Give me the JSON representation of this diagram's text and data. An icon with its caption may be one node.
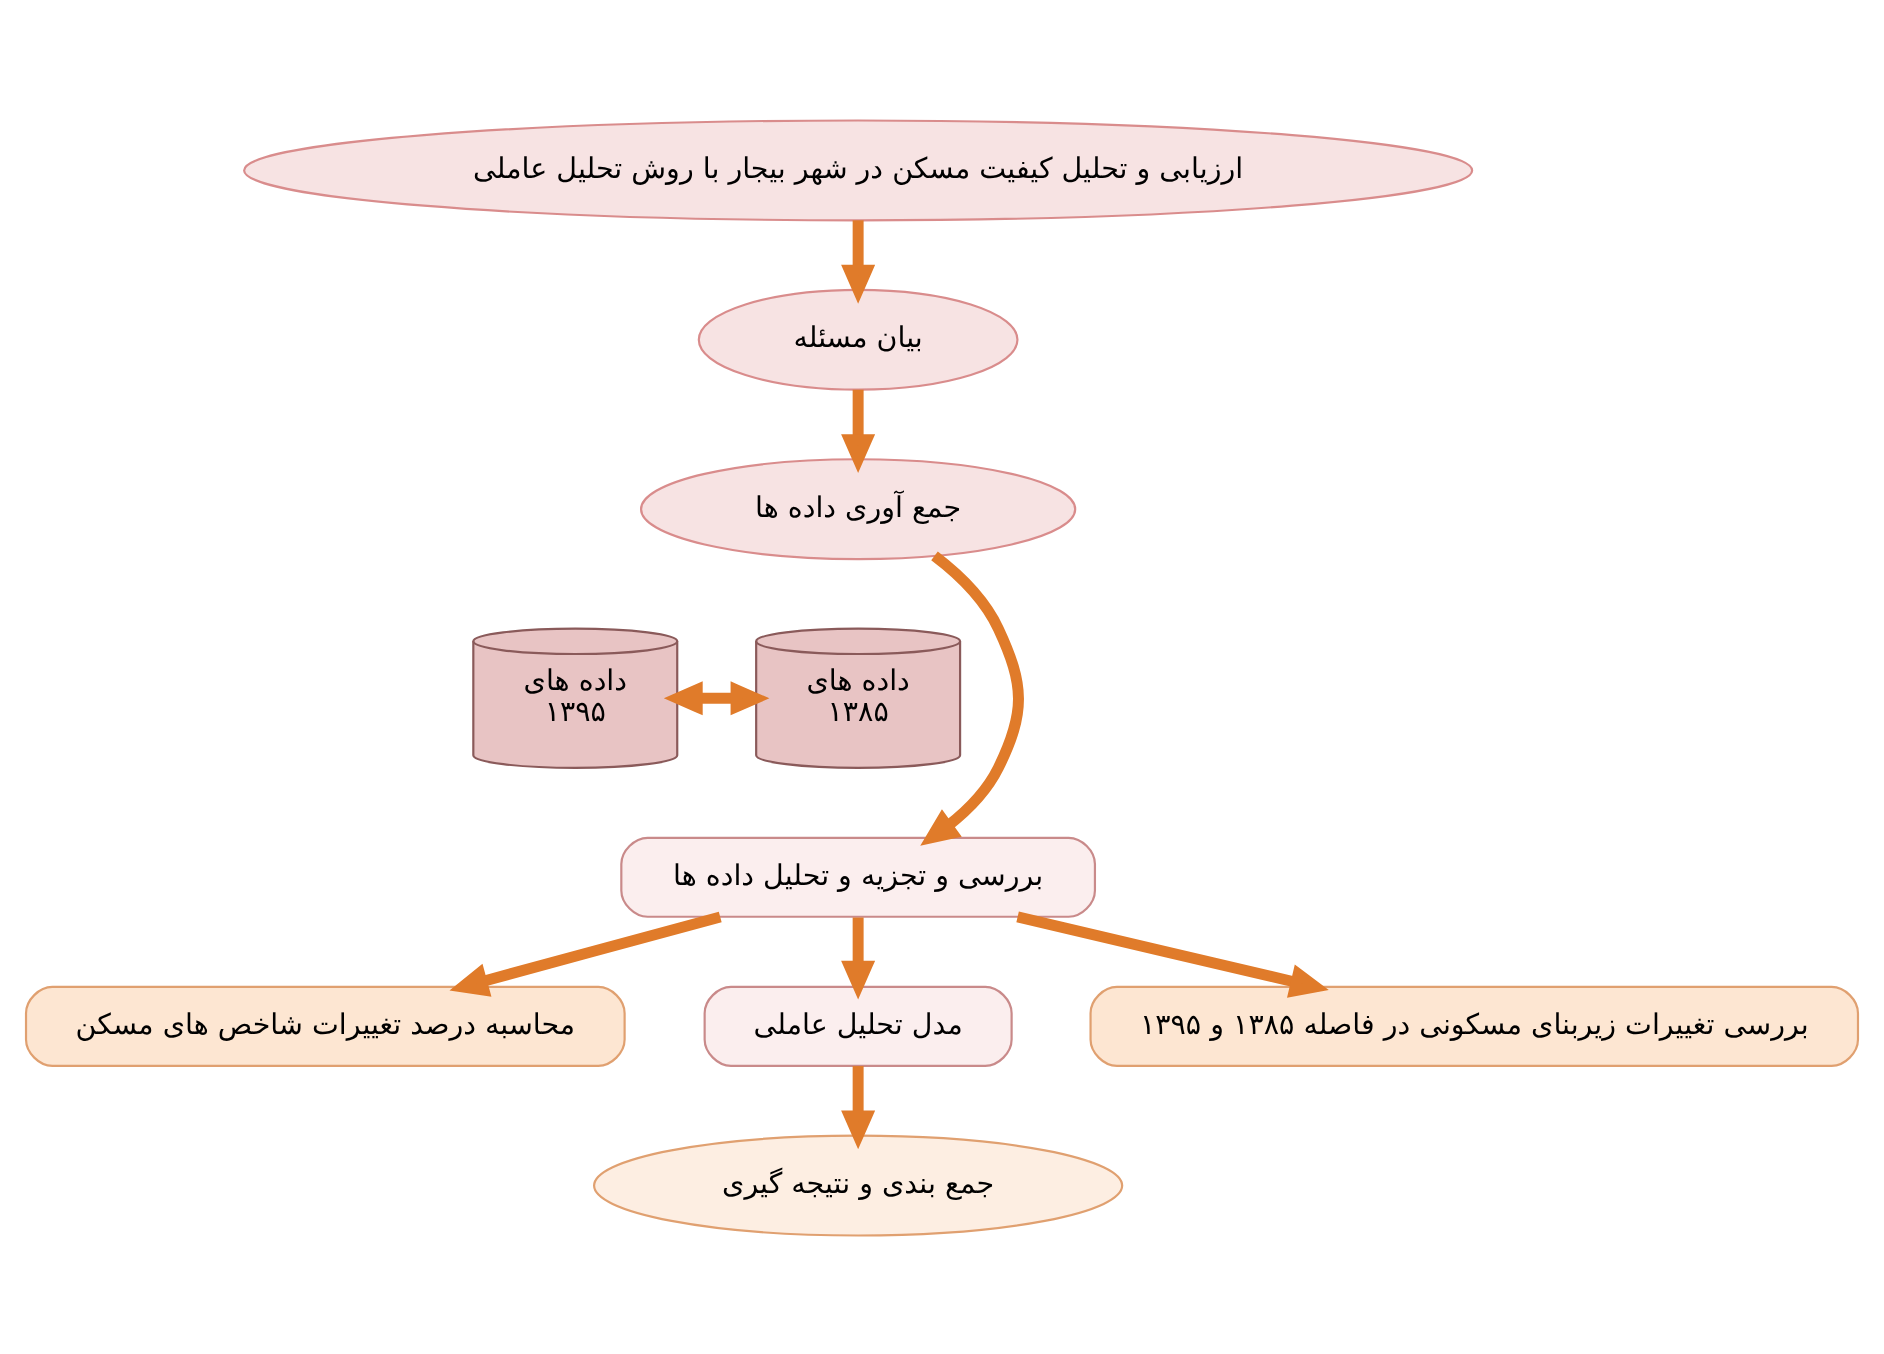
{
  "diagram": {
    "nodes": [
      {
        "text": [
          "ارزیابی و تحلیل کیفیت مسکن در شهر بیجار با روش تحلیل عاملی"
        ]
      },
      {
        "text": [
          "بیان مسئله"
        ]
      },
      {
        "text": [
          "جمع آوری داده ها"
        ]
      },
      {
        "text": [
          "داده های",
          "۱۳۹۵"
        ]
      },
      {
        "text": [
          "داده های",
          "۱۳۸۵"
        ]
      },
      {
        "text": [
          "بررسی و تجزیه و تحلیل داده ها"
        ]
      },
      {
        "text": [
          "محاسبه درصد تغییرات شاخص های مسکن"
        ]
      },
      {
        "text": [
          "مدل تحلیل عاملی"
        ]
      },
      {
        "text": [
          "بررسی تغییرات زیربنای مسکونی در فاصله ۱۳۸۵ و ۱۳۹۵"
        ]
      },
      {
        "text": [
          "جمع بندی و نتیجه گیری"
        ]
      }
    ],
    "edges": [
      {
        "from": 0,
        "to": 1,
        "arrow": "to"
      },
      {
        "from": 1,
        "to": 2,
        "arrow": "to"
      },
      {
        "from": 2,
        "to": 5,
        "arrow": "to"
      },
      {
        "from": 3,
        "to": 4,
        "arrow": "both"
      },
      {
        "from": 5,
        "to": 6,
        "arrow": "to"
      },
      {
        "from": 5,
        "to": 8,
        "arrow": "to"
      },
      {
        "from": 5,
        "to": 7,
        "arrow": "to"
      },
      {
        "from": 7,
        "to": 9,
        "arrow": "to"
      }
    ]
  }
}
